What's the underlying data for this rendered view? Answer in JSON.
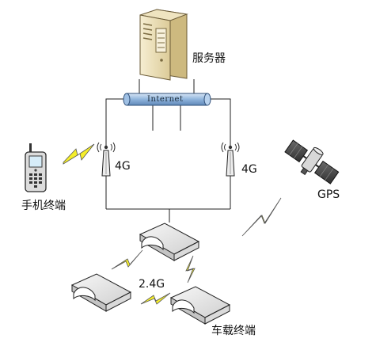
{
  "labels": {
    "server": "服务器",
    "internet": "Internet",
    "tower_left": "4G",
    "tower_right": "4G",
    "phone": "手机终端",
    "gps": "GPS",
    "link_24g": "2.4G",
    "vehicle": "车载终端"
  },
  "icons": [
    "server-icon",
    "antenna-icon",
    "phone-icon",
    "satellite-icon",
    "lightning-icon",
    "vehicle-terminal-icon"
  ],
  "colors": {
    "line": "#222222",
    "bus": "#8fb4dc",
    "lightning": "#f5ee2a",
    "server": "#e9dcb6",
    "device": "#e6e6e6"
  }
}
